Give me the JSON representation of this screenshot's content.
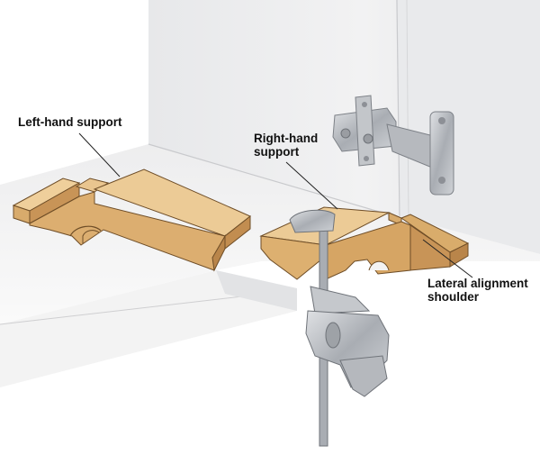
{
  "labels": {
    "left_support": "Left-hand support",
    "right_support_line1": "Right-hand",
    "right_support_line2": "support",
    "shoulder_line1": "Lateral alignment",
    "shoulder_line2": "shoulder"
  },
  "colors": {
    "wood_light": "#e9c58f",
    "wood_mid": "#d8ab6c",
    "wood_dark": "#b9854a",
    "cabinet_panel": "#f1f1f2",
    "cabinet_shadow": "#d4d5d8",
    "shelf": "#f6f6f6",
    "metal": "#b5b8bd",
    "metal_dark": "#7d8187",
    "leader": "#222222"
  },
  "icons": {
    "hinge": "cup-hinge-icon",
    "clamp": "bar-clamp-icon"
  }
}
